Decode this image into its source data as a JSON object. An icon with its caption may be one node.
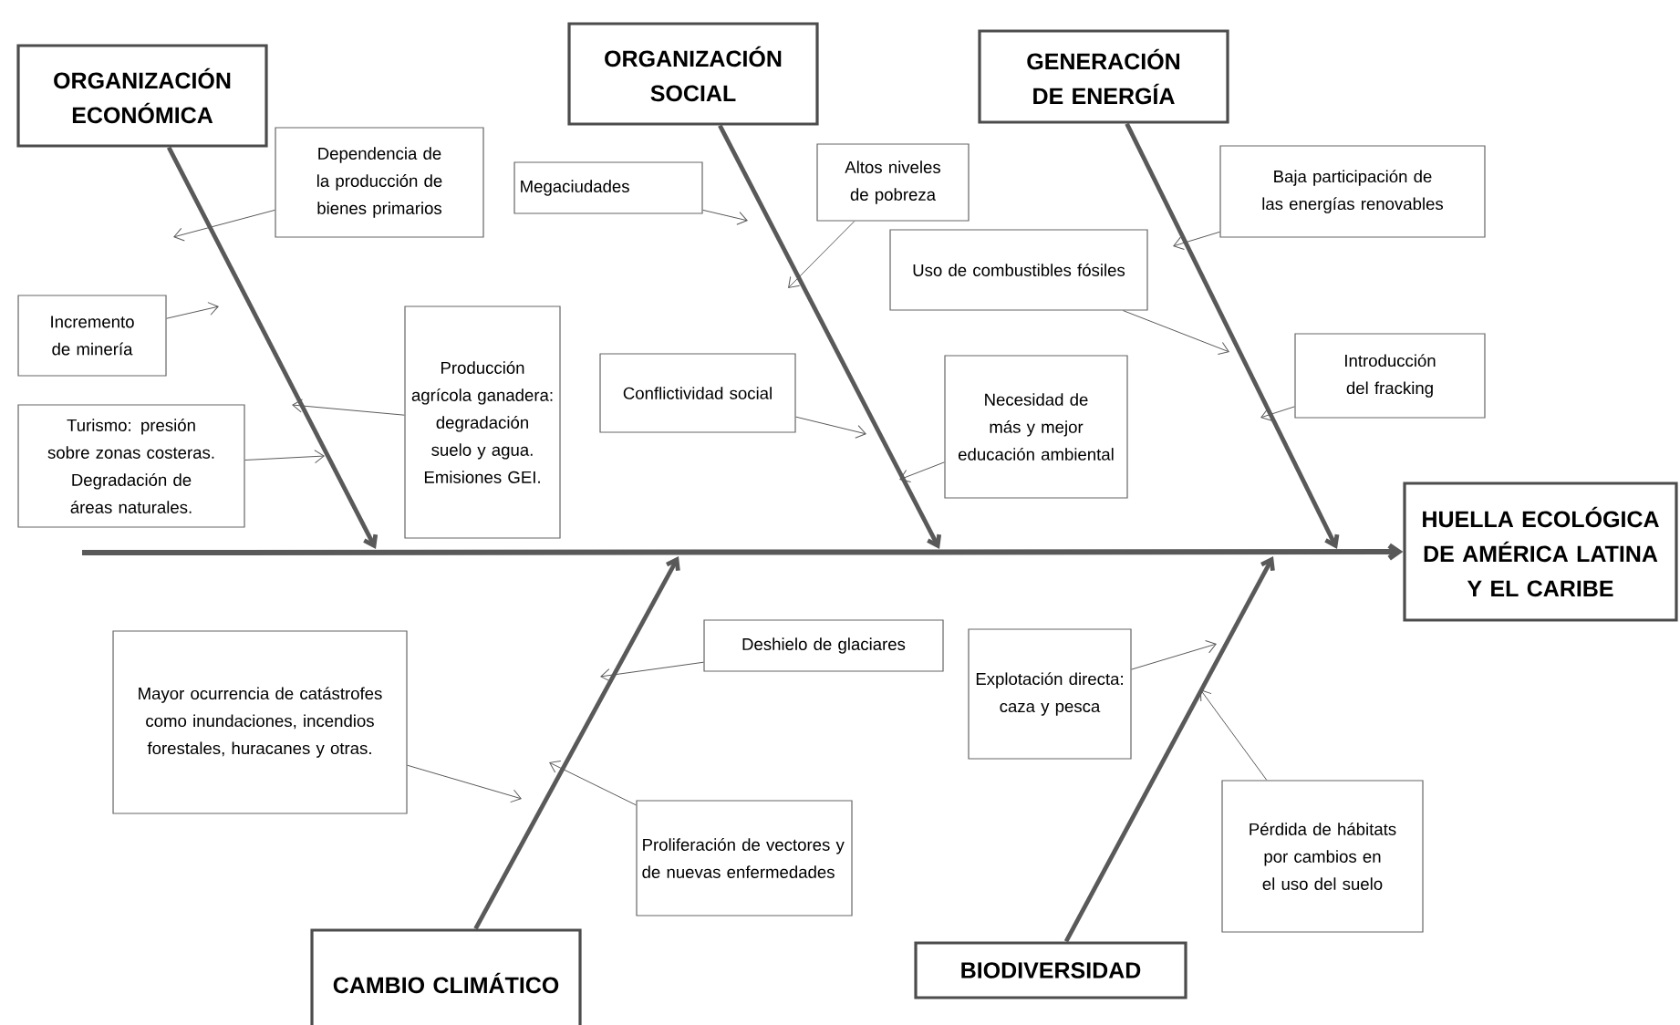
{
  "diagram": {
    "nodes": [
      {
        "text": [
          "ORGANIZACIÓN ECONÓMICA"
        ]
      },
      {
        "text": [
          "ORGANIZACIÓN SOCIAL"
        ]
      },
      {
        "text": [
          "GENERACIÓN DE ENERGÍA"
        ]
      },
      {
        "text": [
          "Dependencia de la producción de bienes primarios"
        ]
      },
      {
        "text": [
          "Megaciudades"
        ]
      },
      {
        "text": [
          "Altos niveles de pobreza"
        ]
      },
      {
        "text": [
          "Baja participación de las energías renovables"
        ]
      },
      {
        "text": [
          "Uso de combustibles fósiles"
        ]
      },
      {
        "text": [
          "Incremento de minería"
        ]
      },
      {
        "text": [
          "Producción agrícola ganadera: degradación suelo y agua. Emisiones GEI."
        ]
      },
      {
        "text": [
          "Conflictividad social"
        ]
      },
      {
        "text": [
          "Necesidad de más y mejor educación ambiental"
        ]
      },
      {
        "text": [
          "Introducción del fracking"
        ]
      },
      {
        "text": [
          "Turismo: presión sobre zonas costeras. Degradación de áreas naturales."
        ]
      },
      {
        "text": [
          "HUELLA ECOLÓGICA DE AMÉRICA LATINA Y EL CARIBE"
        ]
      },
      {
        "text": [
          "Mayor ocurrencia de catástrofes como inundaciones, incendios forestales, huracanes y otras."
        ]
      },
      {
        "text": [
          "Deshielo de glaciares"
        ]
      },
      {
        "text": [
          "Explotación directa: caza y pesca"
        ]
      },
      {
        "text": [
          "Proliferación de vectores y de nuevas enfermedades"
        ]
      },
      {
        "text": [
          "Pérdida de hábitats por cambios en el uso del suelo"
        ]
      },
      {
        "text": [
          "CAMBIO CLIMÁTICO"
        ]
      },
      {
        "text": [
          "BIODIVERSIDAD"
        ]
      }
    ],
    "edges": [
      {
        "from": null,
        "to": 14,
        "arrow": "to",
        "style": "thick"
      },
      {
        "from": 0,
        "to": null,
        "arrow": "to",
        "style": "thick"
      },
      {
        "from": 1,
        "to": null,
        "arrow": "to",
        "style": "thick"
      },
      {
        "from": 2,
        "to": null,
        "arrow": "to",
        "style": "thick"
      },
      {
        "from": 20,
        "to": null,
        "arrow": "to",
        "style": "thick"
      },
      {
        "from": 21,
        "to": null,
        "arrow": "to",
        "style": "thick"
      },
      {
        "from": 3,
        "to": null,
        "arrow": "to"
      },
      {
        "from": 8,
        "to": null,
        "arrow": "to"
      },
      {
        "from": 9,
        "to": null,
        "arrow": "to"
      },
      {
        "from": 13,
        "to": null,
        "arrow": "to"
      },
      {
        "from": 4,
        "to": null,
        "arrow": "to"
      },
      {
        "from": 5,
        "to": null,
        "arrow": "to"
      },
      {
        "from": 10,
        "to": null,
        "arrow": "to"
      },
      {
        "from": 11,
        "to": null,
        "arrow": "to"
      },
      {
        "from": 6,
        "to": null,
        "arrow": "to"
      },
      {
        "from": 7,
        "to": null,
        "arrow": "to"
      },
      {
        "from": 12,
        "to": null,
        "arrow": "to"
      },
      {
        "from": 15,
        "to": null,
        "arrow": "to"
      },
      {
        "from": 16,
        "to": null,
        "arrow": "to"
      },
      {
        "from": 18,
        "to": null,
        "arrow": "to"
      },
      {
        "from": 17,
        "to": null,
        "arrow": "to"
      },
      {
        "from": 19,
        "to": null,
        "arrow": "to"
      }
    ]
  }
}
